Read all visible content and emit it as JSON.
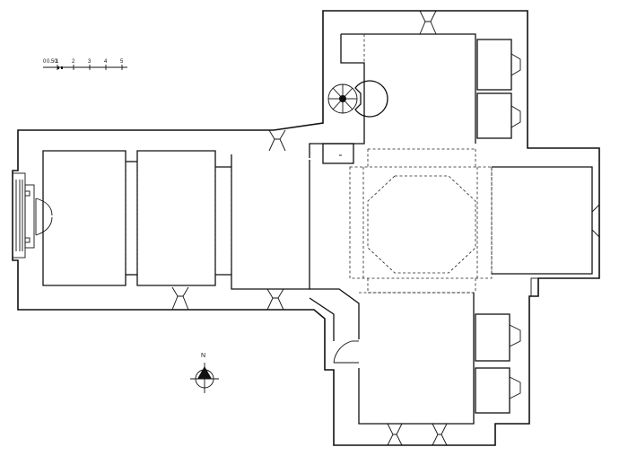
{
  "plan": {
    "scale_bar": {
      "labels": [
        "0",
        "0.50",
        "1",
        "2",
        "3",
        "4",
        "5"
      ]
    },
    "north_label": "N"
  }
}
